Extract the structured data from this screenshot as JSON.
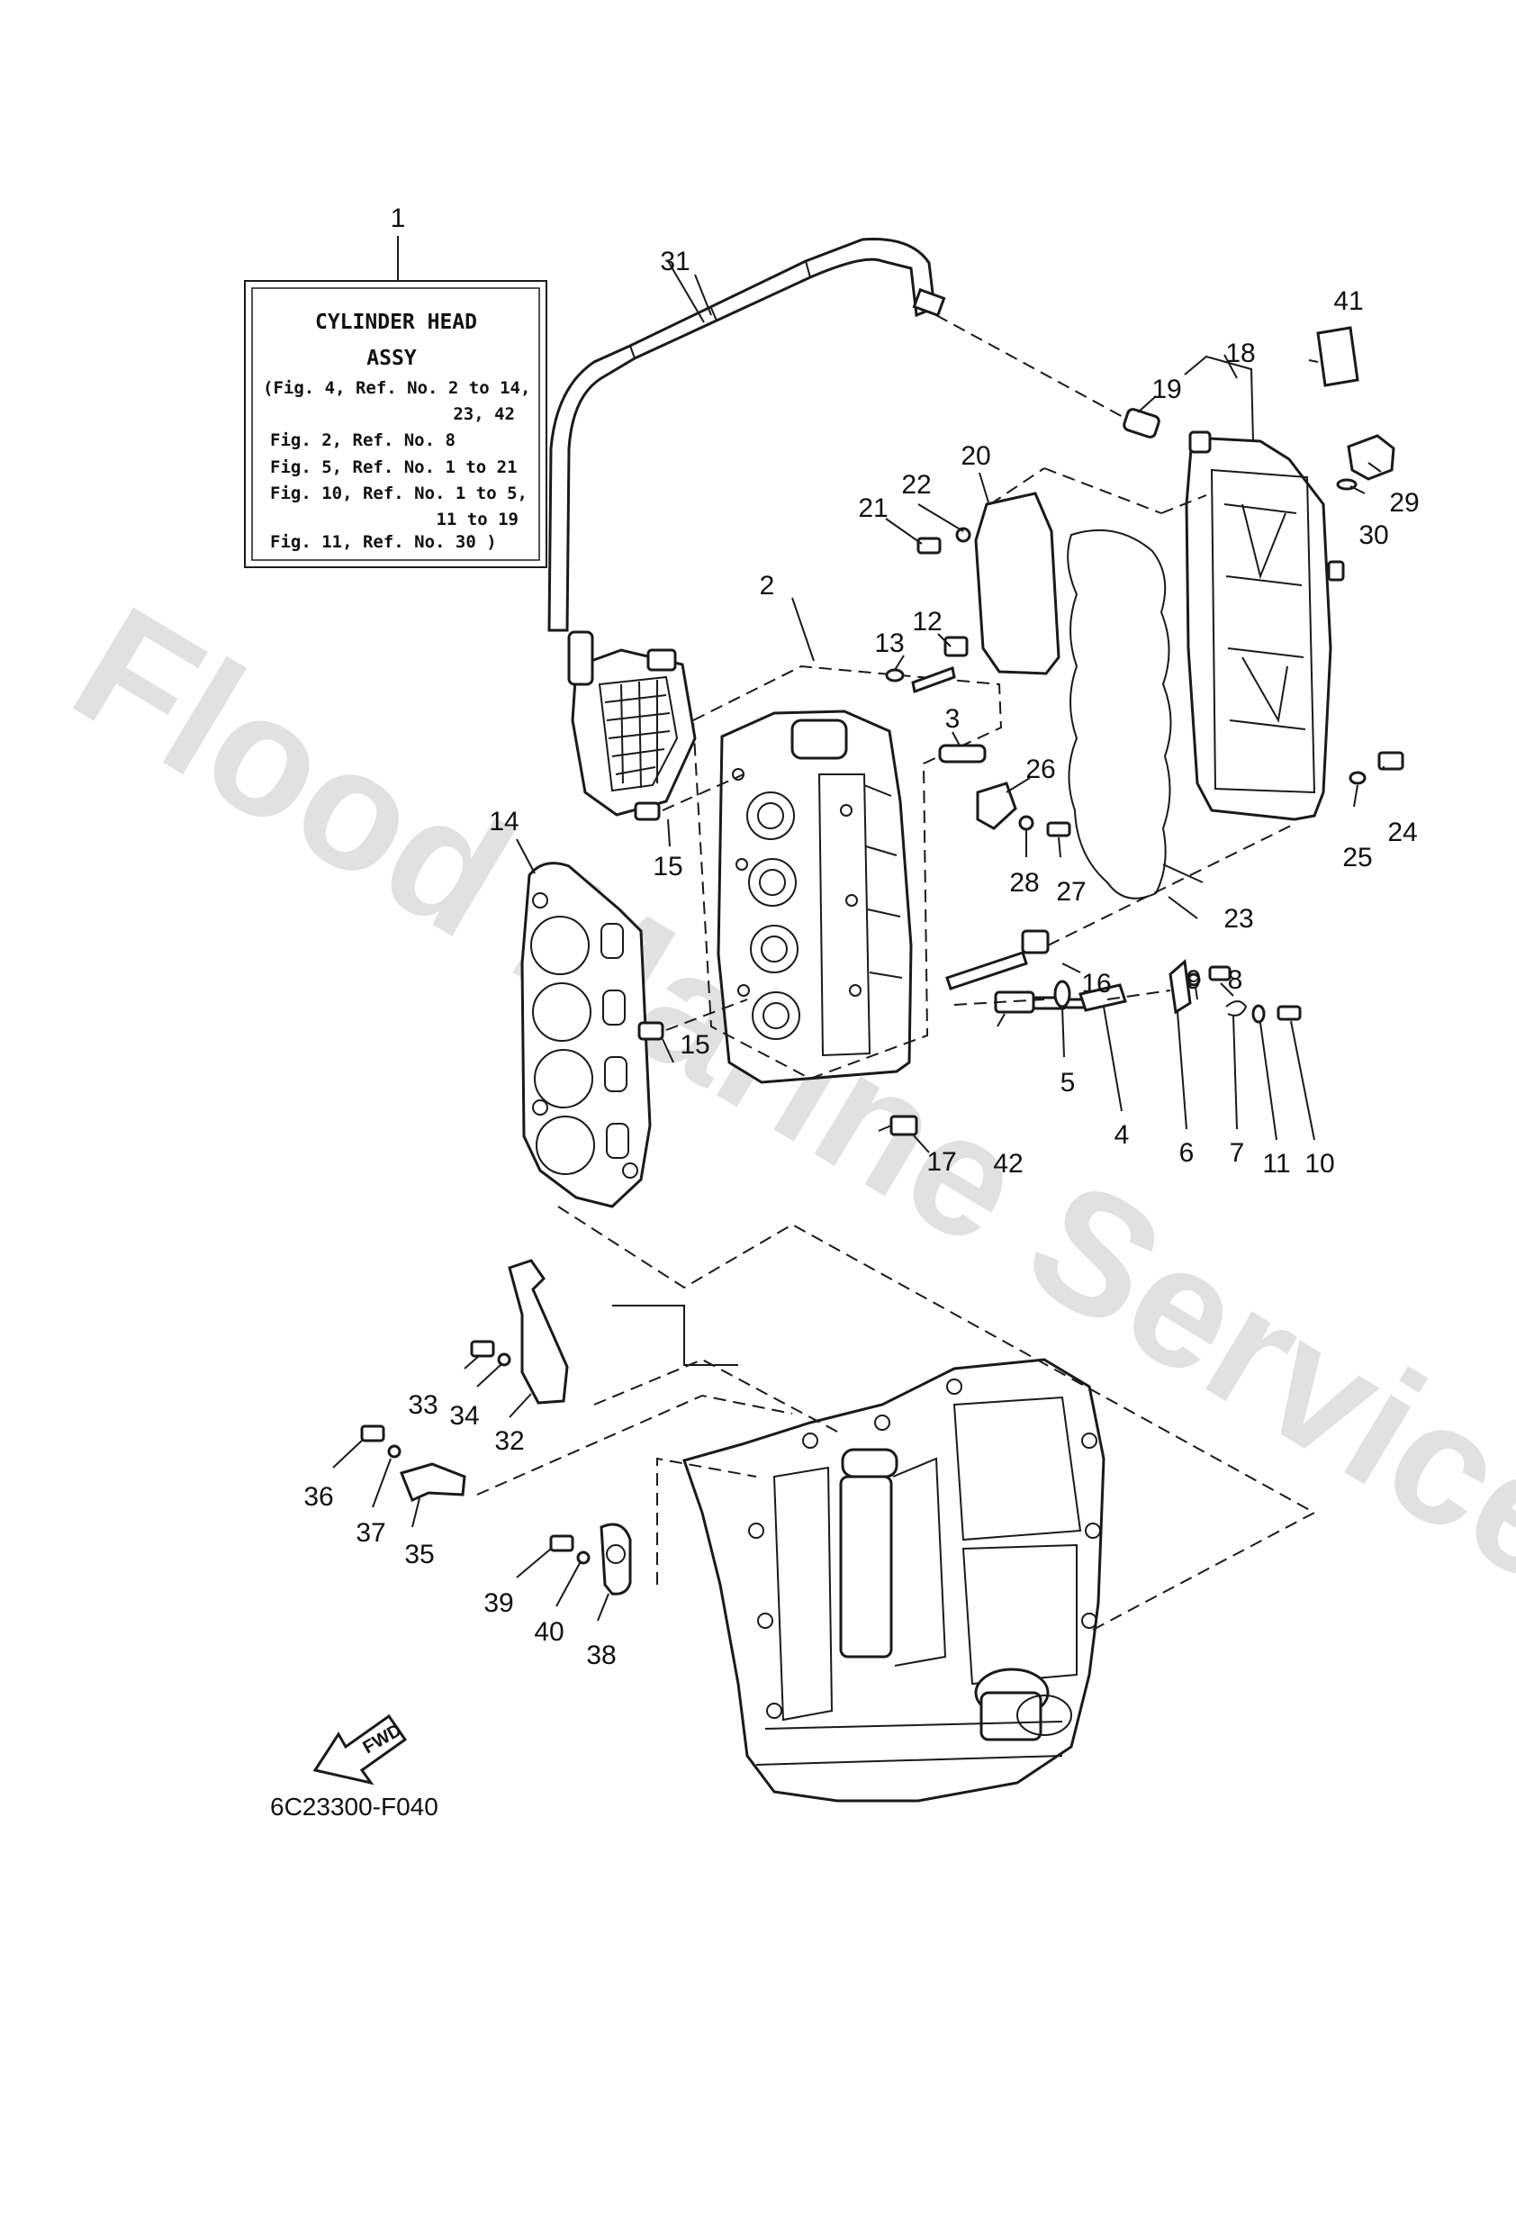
{
  "watermark": "Flood Marine Services",
  "assy_box": {
    "title_line1": "CYLINDER HEAD",
    "title_line2": "ASSY",
    "lines": [
      "(Fig. 4, Ref. No. 2 to 14,",
      "23, 42",
      "Fig. 2, Ref. No. 8",
      "Fig. 5, Ref. No. 1 to 21",
      "Fig. 10, Ref. No. 1 to 5,",
      "11 to 19",
      "Fig. 11, Ref. No. 30 )"
    ]
  },
  "fwd_label": "FWD",
  "drawing_code": "6C23300-F040",
  "callouts": {
    "c1": "1",
    "c2": "2",
    "c3": "3",
    "c4": "4",
    "c5": "5",
    "c6": "6",
    "c7": "7",
    "c8": "8",
    "c9": "9",
    "c10": "10",
    "c11": "11",
    "c12": "12",
    "c13": "13",
    "c14": "14",
    "c15a": "15",
    "c15b": "15",
    "c16": "16",
    "c17": "17",
    "c18": "18",
    "c19": "19",
    "c20": "20",
    "c21": "21",
    "c22": "22",
    "c23": "23",
    "c24": "24",
    "c25": "25",
    "c26": "26",
    "c27": "27",
    "c28": "28",
    "c29": "29",
    "c30": "30",
    "c31": "31",
    "c32": "32",
    "c33": "33",
    "c34": "34",
    "c35": "35",
    "c36": "36",
    "c37": "37",
    "c38": "38",
    "c39": "39",
    "c40": "40",
    "c41": "41",
    "c42": "42"
  }
}
